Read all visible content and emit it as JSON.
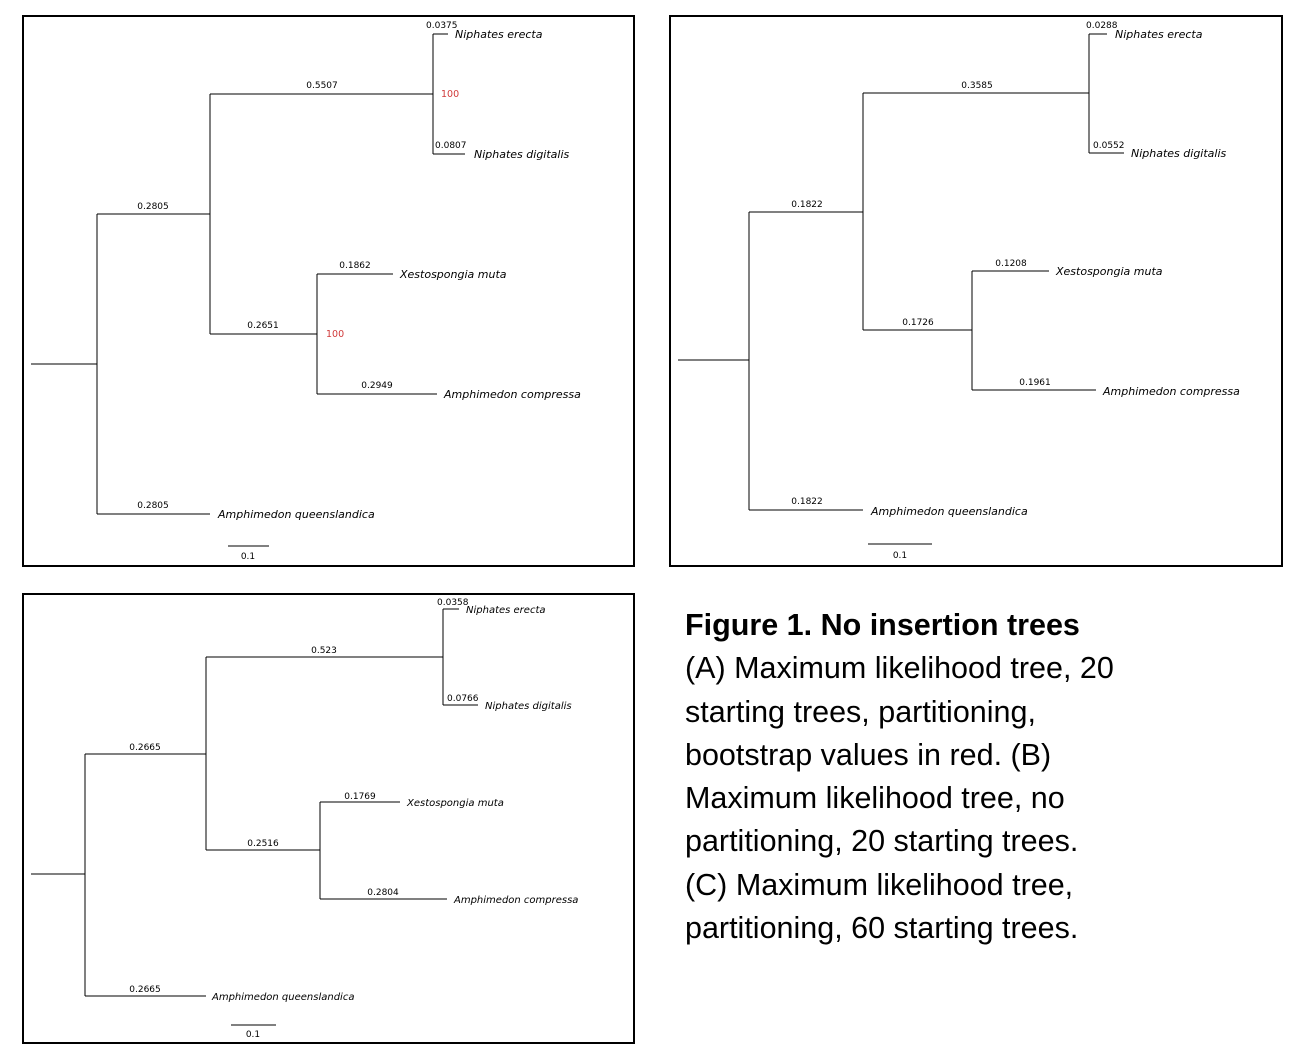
{
  "figure": {
    "panels": [
      {
        "id": "A",
        "taxa": [
          "Niphates erecta",
          "Niphates digitalis",
          "Xestospongia muta",
          "Amphimedon compressa",
          "Amphimedon queenslandica"
        ],
        "branches": {
          "root_to_queenslandica": "0.2805",
          "root_to_ingroup": "0.2805",
          "ingroup_to_niphates": "0.5507",
          "ingroup_to_xesto_amph": "0.2651",
          "niphates_erecta": "0.0375",
          "niphates_digitalis": "0.0807",
          "xestospongia_muta": "0.1862",
          "amphimedon_compressa": "0.2949"
        },
        "bootstrap": {
          "niphates": "100",
          "xesto_amph": "100"
        },
        "bootstrap_color": "#d03a3a",
        "scale_label": "0.1"
      },
      {
        "id": "B",
        "taxa": [
          "Niphates erecta",
          "Niphates digitalis",
          "Xestospongia muta",
          "Amphimedon compressa",
          "Amphimedon queenslandica"
        ],
        "branches": {
          "root_to_queenslandica": "0.1822",
          "root_to_ingroup": "0.1822",
          "ingroup_to_niphates": "0.3585",
          "ingroup_to_xesto_amph": "0.1726",
          "niphates_erecta": "0.0288",
          "niphates_digitalis": "0.0552",
          "xestospongia_muta": "0.1208",
          "amphimedon_compressa": "0.1961"
        },
        "scale_label": "0.1"
      },
      {
        "id": "C",
        "taxa": [
          "Niphates erecta",
          "Niphates digitalis",
          "Xestospongia muta",
          "Amphimedon compressa",
          "Amphimedon queenslandica"
        ],
        "branches": {
          "root_to_queenslandica": "0.2665",
          "root_to_ingroup": "0.2665",
          "ingroup_to_niphates": "0.523",
          "ingroup_to_xesto_amph": "0.2516",
          "niphates_erecta": "0.0358",
          "niphates_digitalis": "0.0766",
          "xestospongia_muta": "0.1769",
          "amphimedon_compressa": "0.2804"
        },
        "scale_label": "0.1"
      }
    ],
    "caption": {
      "title": "Figure 1. No insertion trees",
      "lines": [
        "(A) Maximum likelihood tree, 20",
        "starting trees, partitioning,",
        "bootstrap values in red. (B)",
        "Maximum likelihood tree, no",
        "partitioning, 20 starting trees.",
        "(C) Maximum likelihood tree,",
        "partitioning, 60 starting trees."
      ]
    }
  }
}
